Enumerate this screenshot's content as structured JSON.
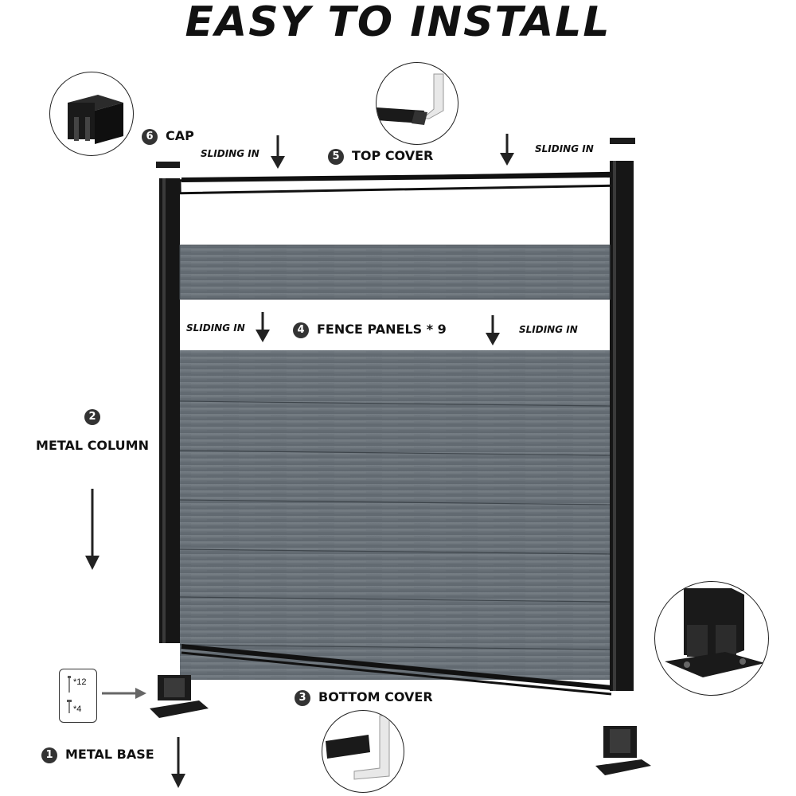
{
  "title": "EASY TO INSTALL",
  "labels": {
    "cap": {
      "num": "6",
      "text": "CAP"
    },
    "top_cover": {
      "num": "5",
      "text": "TOP COVER"
    },
    "fence_panels": {
      "num": "4",
      "text": "FENCE PANELS * 9"
    },
    "metal_column": {
      "num": "2",
      "text": "METAL COLUMN"
    },
    "bottom_cover": {
      "num": "3",
      "text": "BOTTOM COVER"
    },
    "metal_base": {
      "num": "1",
      "text": "METAL BASE"
    }
  },
  "sliding_in": "SLIDING IN",
  "screws": {
    "long": "*12",
    "short": "*4"
  },
  "colors": {
    "panel": "#6e767d",
    "frame": "#1b1b1b",
    "text": "#111111"
  },
  "icons": [
    "cap-icon",
    "top-cover-icon",
    "bottom-cover-icon",
    "metal-base-icon",
    "screw-icon"
  ]
}
